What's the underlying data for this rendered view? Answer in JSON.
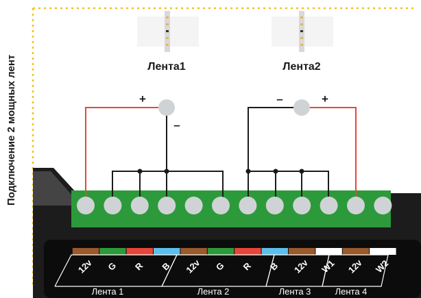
{
  "side_title": "Подключение 2 мощных лент",
  "strips": [
    {
      "label": "Лента1"
    },
    {
      "label": "Лента2"
    }
  ],
  "junctions": [
    {
      "plus": "+",
      "minus": "–"
    },
    {
      "minus": "–",
      "plus": "+"
    }
  ],
  "terminals": [
    "12v",
    "G",
    "R",
    "B",
    "12v",
    "G",
    "R",
    "B",
    "12v",
    "W1",
    "12v",
    "W2"
  ],
  "groups": [
    {
      "label": "Лента 1"
    },
    {
      "label": "Лента 2"
    },
    {
      "label": "Лента 3"
    },
    {
      "label": "Лента 4"
    }
  ],
  "colors": {
    "positive_wire": "#e8453a",
    "negative_wire": "#1a1a1a",
    "terminal_block": "#2c9a3a",
    "housing": "#1c1c1c",
    "dotted_border": "#f3c21b",
    "code_brown": "#9a5a2a",
    "code_green": "#2c9a3a",
    "code_red": "#e8453a",
    "code_blue": "#5bc0eb",
    "code_white": "#ffffff"
  }
}
